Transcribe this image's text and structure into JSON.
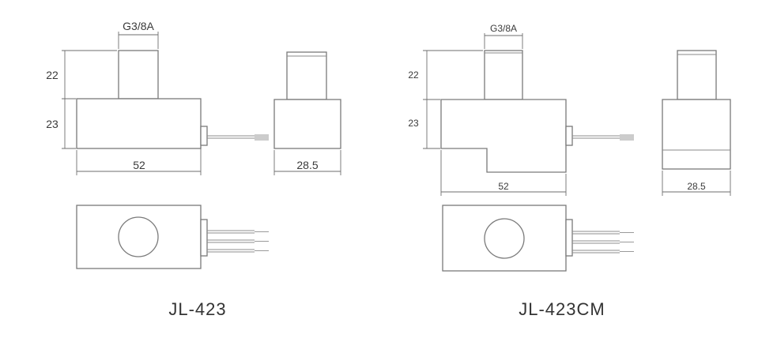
{
  "models": [
    {
      "name": "JL-423",
      "thread": "G3/8A",
      "dims": {
        "stem_height": "22",
        "body_height": "23",
        "body_length": "52",
        "body_width": "28.5"
      }
    },
    {
      "name": "JL-423CM",
      "thread": "G3/8A",
      "dims": {
        "stem_height": "22",
        "body_height": "23",
        "body_length": "52",
        "body_width": "28.5"
      }
    }
  ]
}
